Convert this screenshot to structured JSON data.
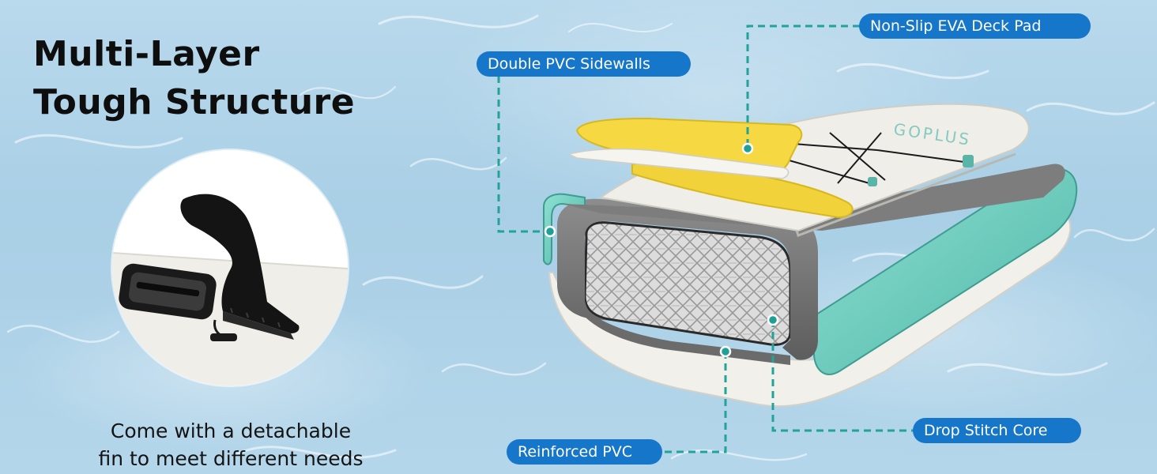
{
  "headline": {
    "line1": "Multi-Layer",
    "line2": "Tough Structure"
  },
  "caption": {
    "line1": "Come with a detachable",
    "line2": "fin to meet different needs"
  },
  "board_logo": "GOPLUS",
  "labels": {
    "deck_pad": "Non-Slip EVA Deck Pad",
    "sidewalls": "Double PVC Sidewalls",
    "drop_stitch": "Drop Stitch Core",
    "reinforced_pvc": "Reinforced PVC"
  },
  "colors": {
    "water": "#acd1e7",
    "label_bg": "#1676c9",
    "leader_line": "#22a39a",
    "teal_layer": "#6fcfbf",
    "deck_pad": "#f6d842",
    "board_white": "#eeede6"
  },
  "icons": [
    "fin-icon",
    "fin-box-icon"
  ]
}
